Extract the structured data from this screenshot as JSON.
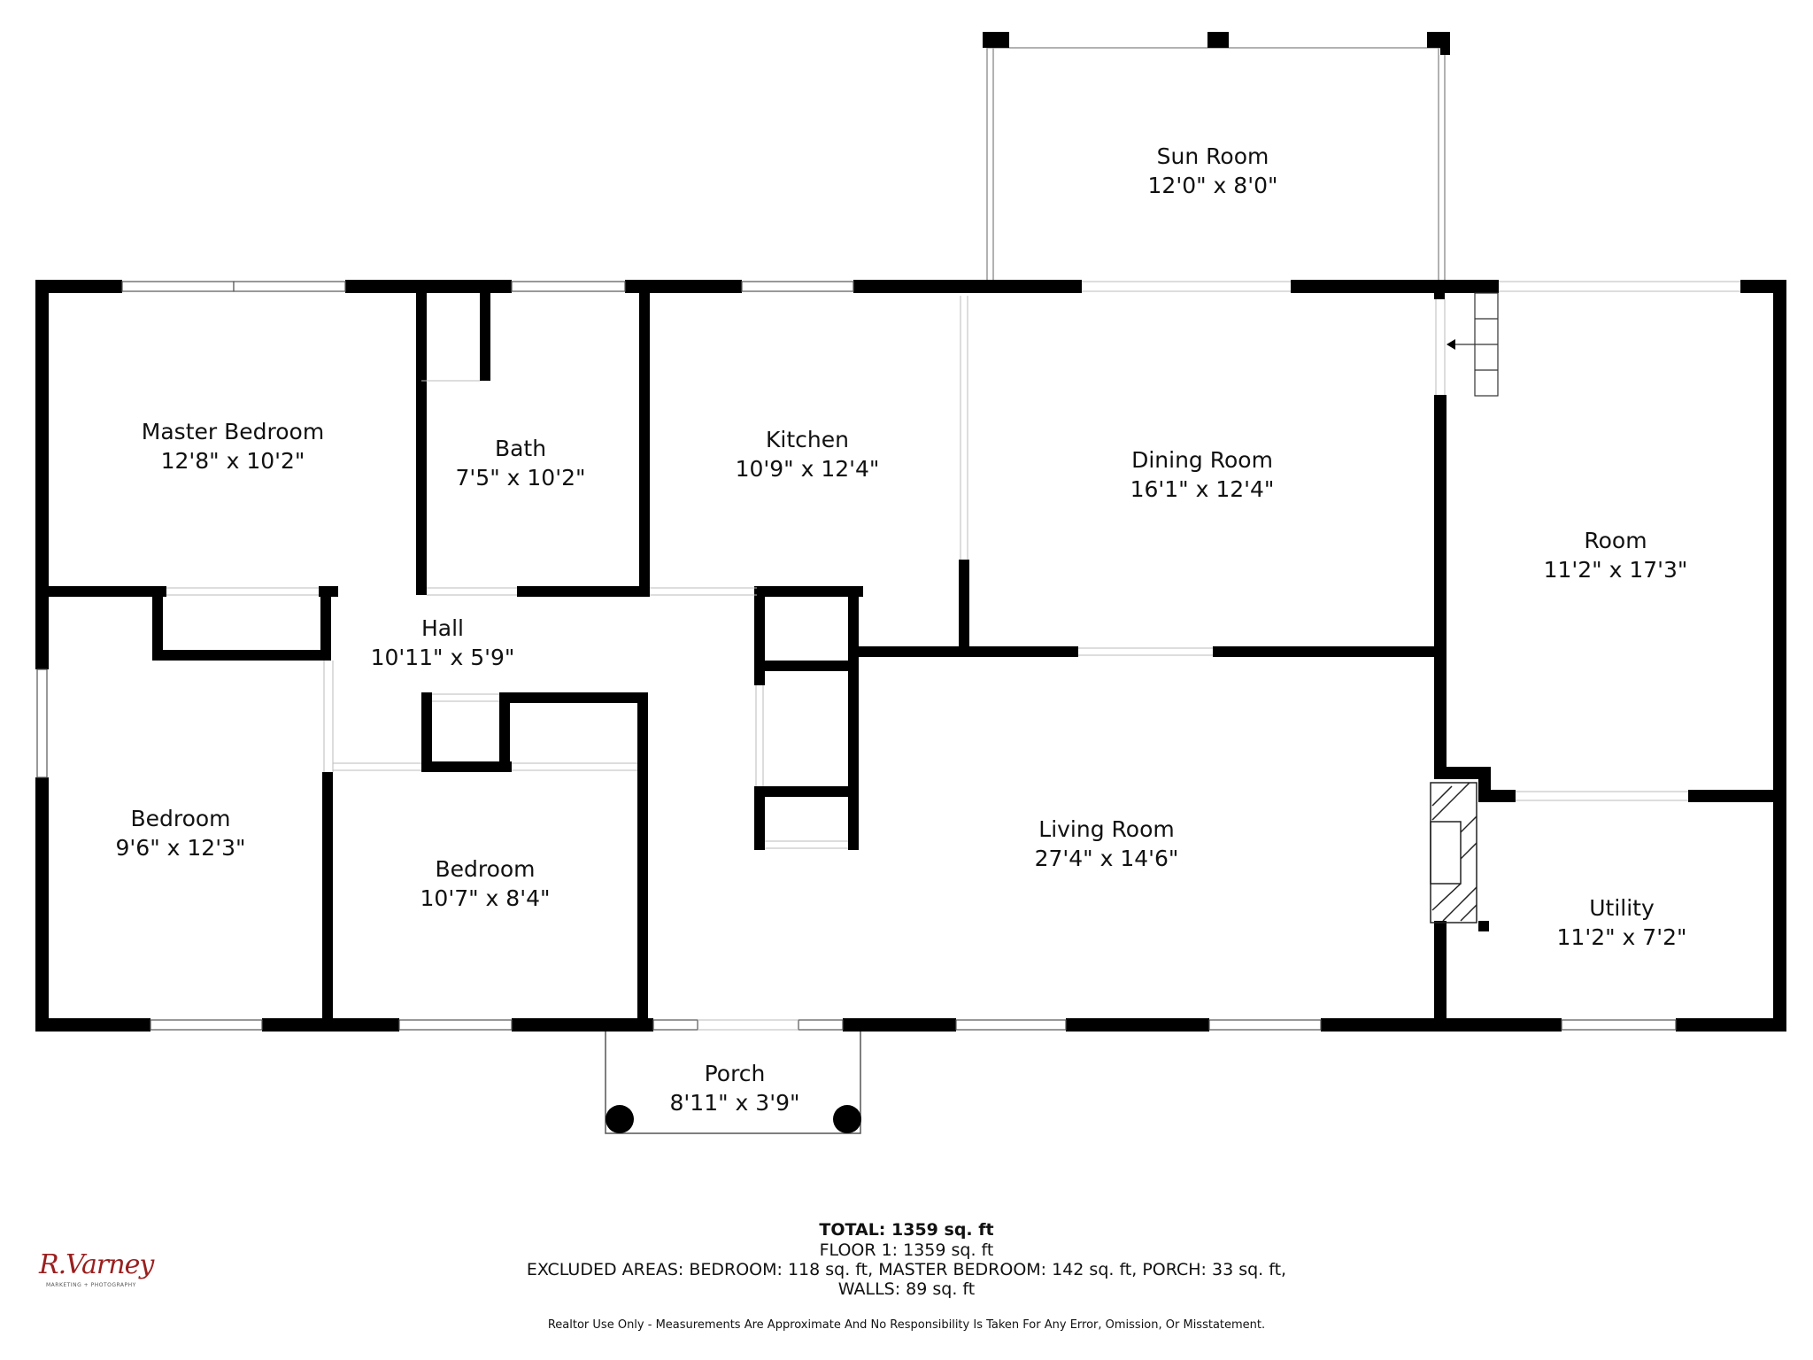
{
  "rooms": {
    "sun_room": {
      "name": "Sun Room",
      "dims": "12'0\" x 8'0\""
    },
    "master_bedroom": {
      "name": "Master Bedroom",
      "dims": "12'8\" x 10'2\""
    },
    "bath": {
      "name": "Bath",
      "dims": "7'5\" x 10'2\""
    },
    "kitchen": {
      "name": "Kitchen",
      "dims": "10'9\" x 12'4\""
    },
    "dining_room": {
      "name": "Dining Room",
      "dims": "16'1\" x 12'4\""
    },
    "room": {
      "name": "Room",
      "dims": "11'2\" x 17'3\""
    },
    "hall": {
      "name": "Hall",
      "dims": "10'11\" x 5'9\""
    },
    "bedroom_left": {
      "name": "Bedroom",
      "dims": "9'6\" x 12'3\""
    },
    "bedroom_mid": {
      "name": "Bedroom",
      "dims": "10'7\" x 8'4\""
    },
    "living_room": {
      "name": "Living Room",
      "dims": "27'4\" x 14'6\""
    },
    "utility": {
      "name": "Utility",
      "dims": "11'2\" x 7'2\""
    },
    "porch": {
      "name": "Porch",
      "dims": "8'11\" x 3'9\""
    }
  },
  "footer": {
    "total": "TOTAL: 1359 sq. ft",
    "floor": "FLOOR 1: 1359 sq. ft",
    "excluded": "EXCLUDED AREAS: BEDROOM: 118 sq. ft, MASTER BEDROOM: 142 sq. ft, PORCH: 33 sq. ft,",
    "walls": "WALLS: 89 sq. ft",
    "disclaimer": "Realtor Use Only - Measurements Are Approximate And No Responsibility Is Taken For Any Error, Omission, Or Misstatement."
  },
  "logo": {
    "name": "R.Varney",
    "tagline": "MARKETING + PHOTOGRAPHY"
  },
  "colors": {
    "wall": "#000000",
    "logo": "#9a1f1f"
  }
}
